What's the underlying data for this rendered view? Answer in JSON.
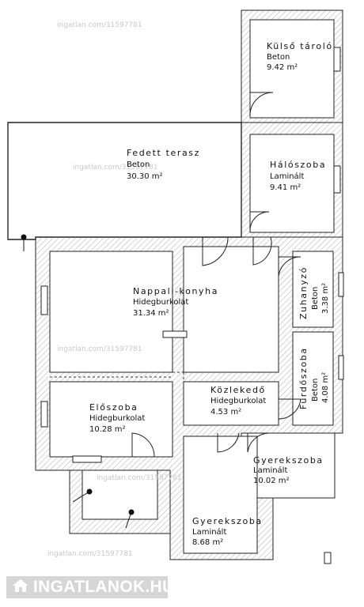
{
  "rooms": {
    "kulso_tarolo": {
      "name": "Külső tároló",
      "material": "Beton",
      "area": "9.42 m²"
    },
    "halo": {
      "name": "Hálószoba",
      "material": "Laminált",
      "area": "9.41 m²"
    },
    "terasz": {
      "name": "Fedett terasz",
      "material": "Beton",
      "area": "30.30 m²"
    },
    "nappali": {
      "name": "Nappali-konyha",
      "material": "Hidegburkolat",
      "area": "31.34 m²"
    },
    "zuhanyzo": {
      "name": "Zuhanyzó",
      "material": "Beton",
      "area": "3.38 m²"
    },
    "furdo": {
      "name": "Fürdőszoba",
      "material": "Beton",
      "area": "4.08 m²"
    },
    "eloszoba": {
      "name": "Előszoba",
      "material": "Hidegburkolat",
      "area": "10.28 m²"
    },
    "kozleked": {
      "name": "Közlekedő",
      "material": "Hidegburkolat",
      "area": "4.53 m²"
    },
    "gyerek1": {
      "name": "Gyerekszoba",
      "material": "Laminált",
      "area": "10.02 m²"
    },
    "gyerek2": {
      "name": "Gyerekszoba",
      "material": "Laminált",
      "area": "8.68 m²"
    }
  },
  "watermark": "ingatlan.com/31597781",
  "logo": {
    "text": "INGATLANOK.HU",
    "icon": "house-icon"
  },
  "colors": {
    "wall": "#ffffff",
    "hatch": "#c8c8c8",
    "line": "#222222",
    "logo_bg": "#d6d6d6",
    "logo_text": "#ffffff"
  }
}
